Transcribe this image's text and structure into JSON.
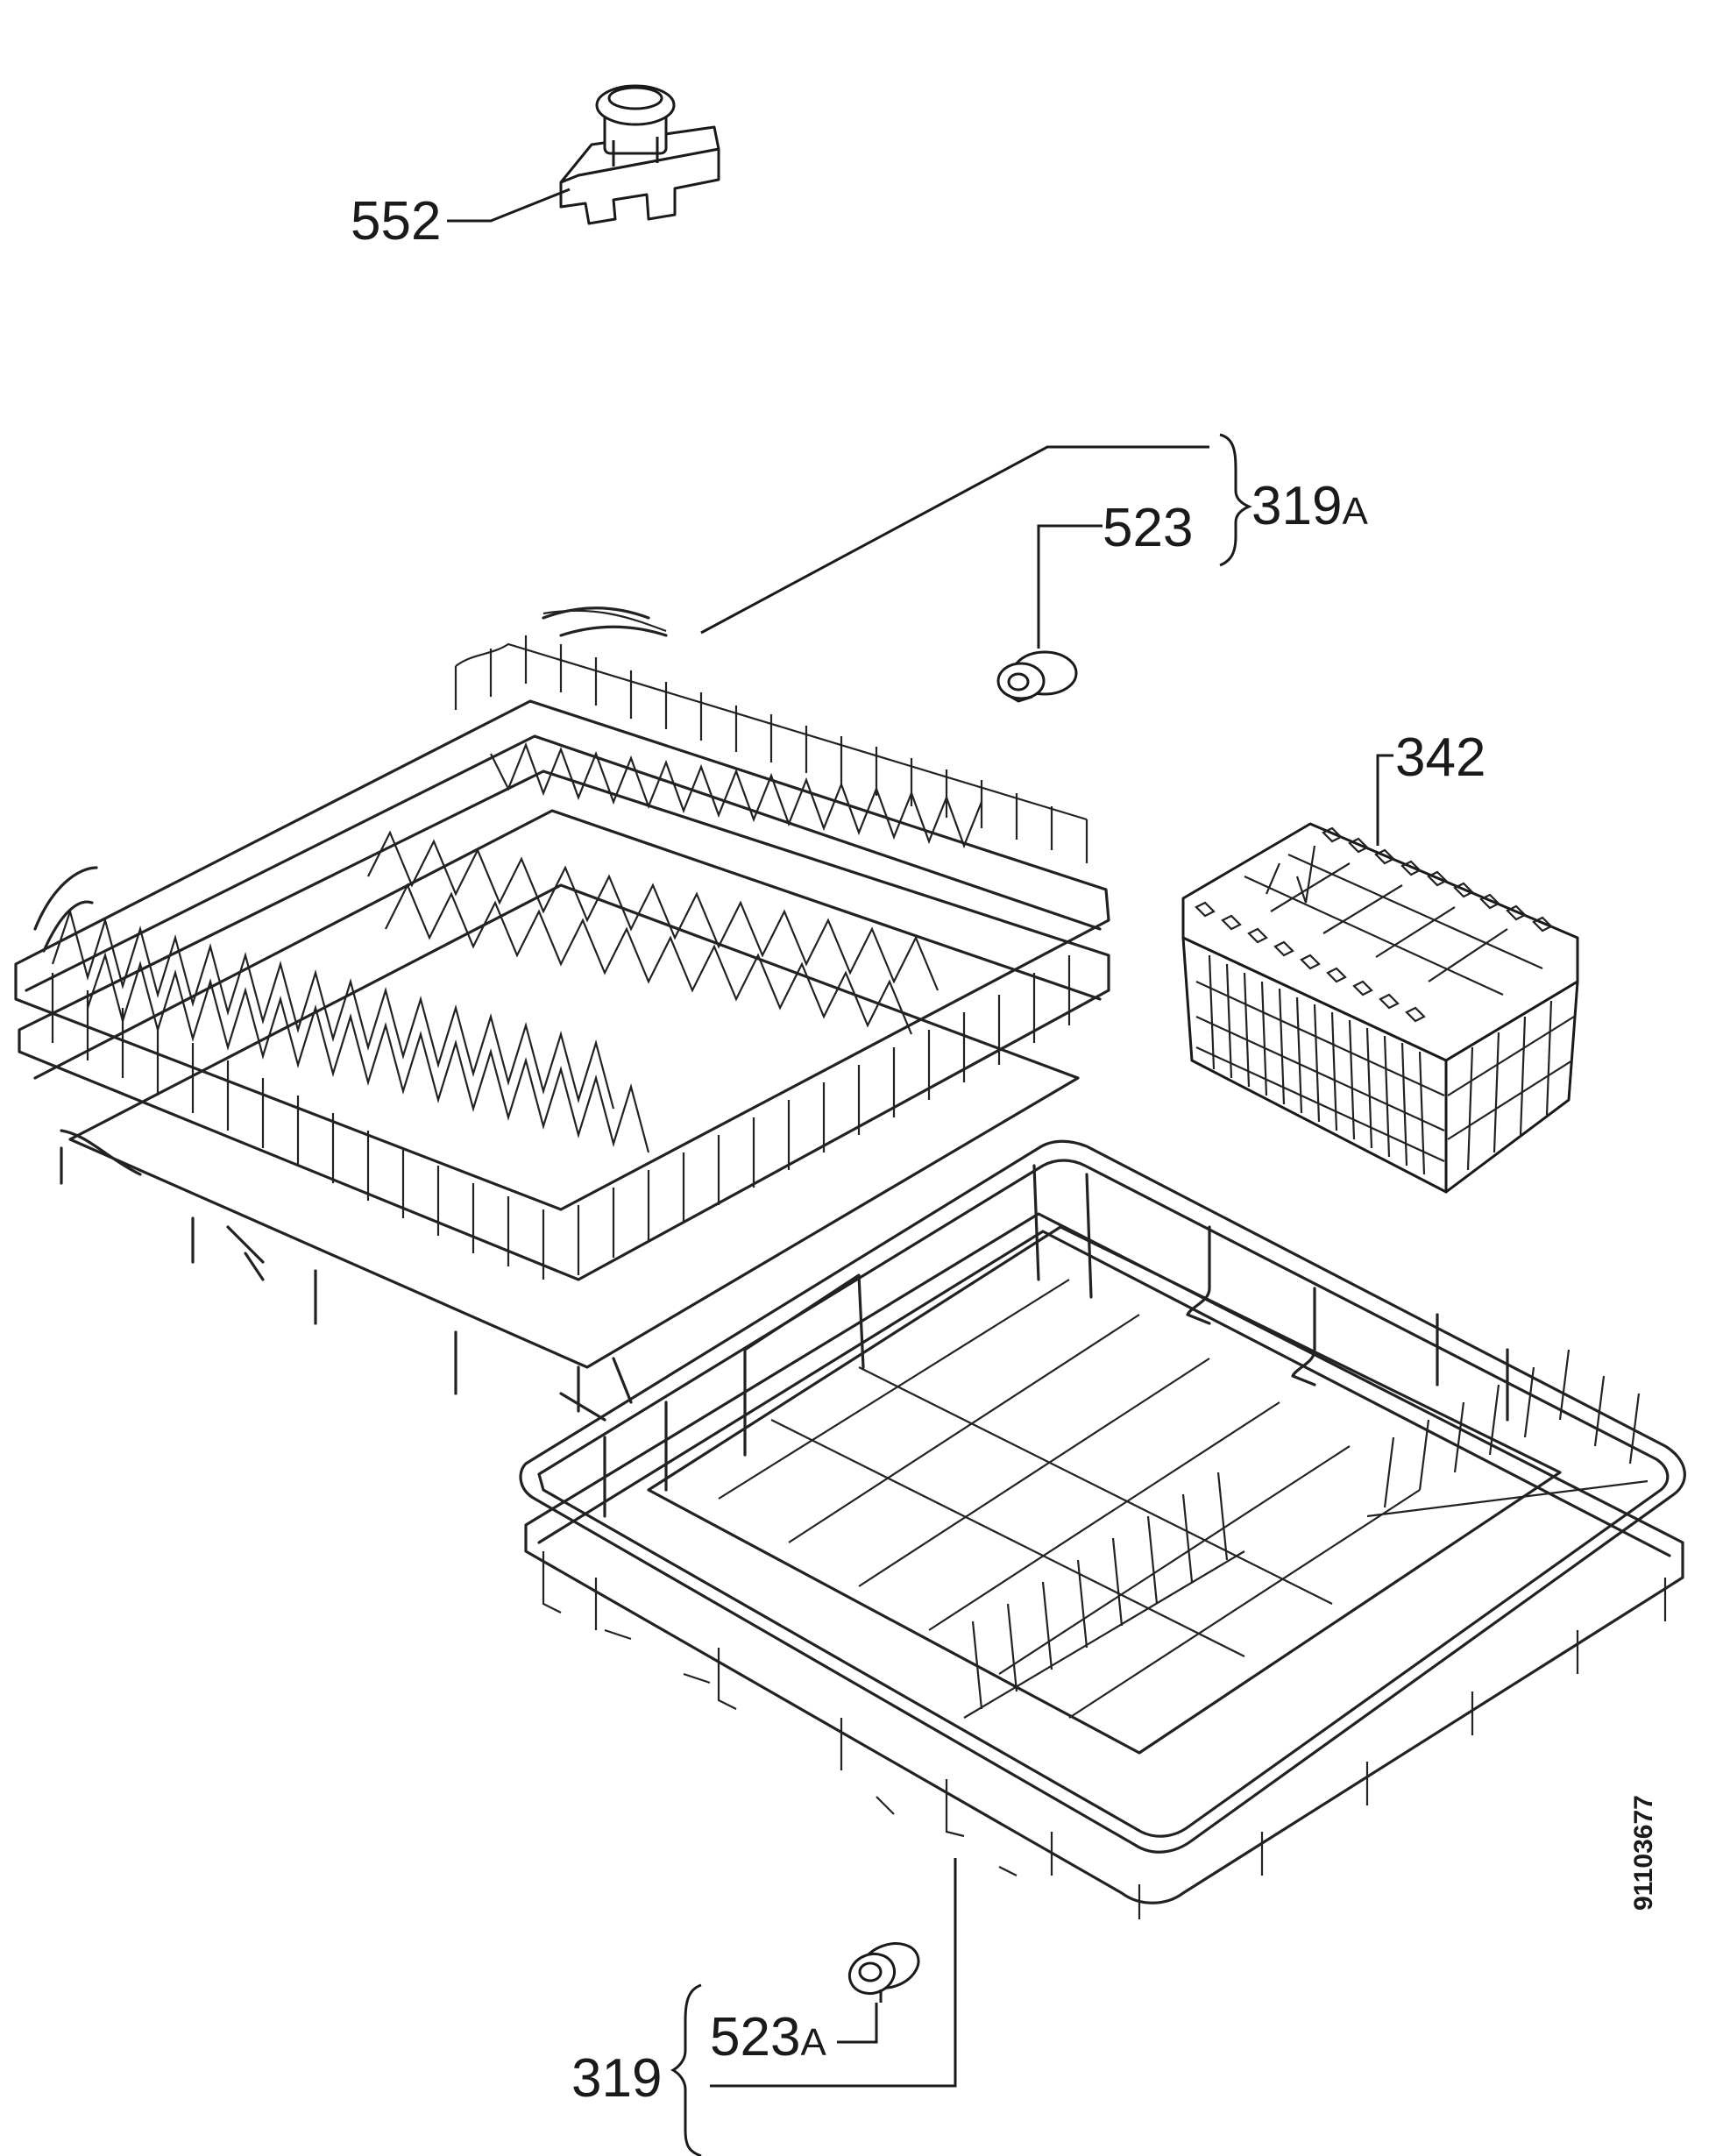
{
  "parts": {
    "p552": "552",
    "p319a_num": "319",
    "p319a_suffix": "A",
    "p523": "523",
    "p342": "342",
    "p319_num": "319",
    "p523a_num": "523",
    "p523a_suffix": "A"
  },
  "document_number": "91103677"
}
